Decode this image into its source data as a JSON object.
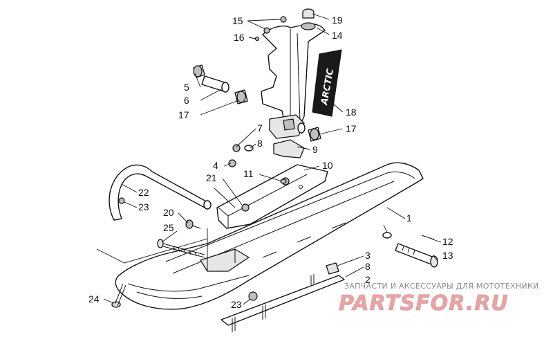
{
  "colors": {
    "line": "#111111",
    "watermark_fill": "#e7a5a5",
    "watermark_text": "#8a8a8a"
  },
  "watermark": {
    "subtitle": "ЗАПЧАСТИ И АКСЕССУАРЫ ДЛЯ МОТОТЕХНИКИ",
    "logo": "PARTSFOR.RU"
  },
  "decal_text": "ARCTIC",
  "callouts": [
    {
      "id": "c15",
      "text": "15"
    },
    {
      "id": "c19",
      "text": "19"
    },
    {
      "id": "c16",
      "text": "16"
    },
    {
      "id": "c14",
      "text": "14"
    },
    {
      "id": "c5",
      "text": "5"
    },
    {
      "id": "c6",
      "text": "6"
    },
    {
      "id": "c17a",
      "text": "17"
    },
    {
      "id": "c18",
      "text": "18"
    },
    {
      "id": "c7",
      "text": "7"
    },
    {
      "id": "c17b",
      "text": "17"
    },
    {
      "id": "c8a",
      "text": "8"
    },
    {
      "id": "c9",
      "text": "9"
    },
    {
      "id": "c4",
      "text": "4"
    },
    {
      "id": "c11",
      "text": "11"
    },
    {
      "id": "c10",
      "text": "10"
    },
    {
      "id": "c21",
      "text": "21"
    },
    {
      "id": "c22",
      "text": "22"
    },
    {
      "id": "c23a",
      "text": "23"
    },
    {
      "id": "c20",
      "text": "20"
    },
    {
      "id": "c1",
      "text": "1"
    },
    {
      "id": "c25",
      "text": "25"
    },
    {
      "id": "c12",
      "text": "12"
    },
    {
      "id": "c3",
      "text": "3"
    },
    {
      "id": "c13",
      "text": "13"
    },
    {
      "id": "c8b",
      "text": "8"
    },
    {
      "id": "c2",
      "text": "2"
    },
    {
      "id": "c24",
      "text": "24"
    },
    {
      "id": "c23b",
      "text": "23"
    }
  ]
}
